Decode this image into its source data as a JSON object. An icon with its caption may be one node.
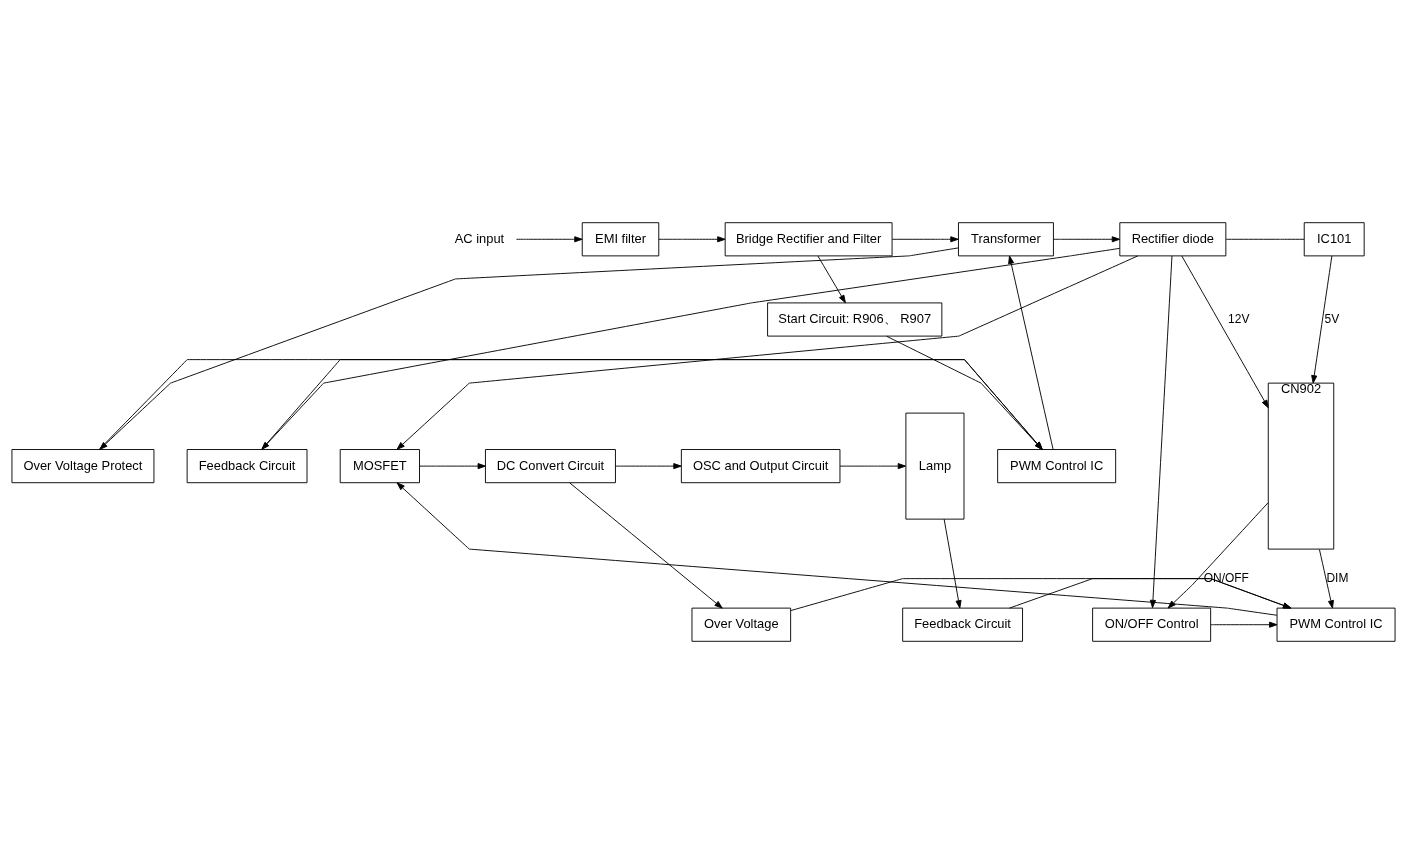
{
  "diagram": {
    "nodes": [
      {
        "text": [
          "AC input"
        ]
      },
      {
        "text": [
          "EMI filter"
        ]
      },
      {
        "text": [
          "Bridge Rectifier and Filter"
        ]
      },
      {
        "text": [
          "Transformer"
        ]
      },
      {
        "text": [
          "Rectifier diode"
        ]
      },
      {
        "text": [
          "IC101"
        ]
      },
      {
        "text": [
          "CN902"
        ]
      },
      {
        "text": [
          "Start Circuit: R906、 R907"
        ]
      },
      {
        "text": [
          "PWM Control IC"
        ]
      },
      {
        "text": [
          "Over Voltage Protect"
        ]
      },
      {
        "text": [
          "Feedback Circuit"
        ]
      },
      {
        "text": [
          "OSC and Output Circuit"
        ]
      },
      {
        "text": [
          "DC Convert Circuit"
        ]
      },
      {
        "text": [
          "MOSFET"
        ]
      },
      {
        "text": [
          "Lamp"
        ]
      },
      {
        "text": [
          "Feedback Circuit"
        ]
      },
      {
        "text": [
          "Over Voltage"
        ]
      },
      {
        "text": [
          "PWM Control IC"
        ]
      },
      {
        "text": [
          "ON/OFF Control"
        ]
      }
    ],
    "edges": [
      {
        "from": 0,
        "to": 1,
        "arrow": "to"
      },
      {
        "from": 1,
        "to": 2,
        "arrow": "to"
      },
      {
        "from": 2,
        "to": 3,
        "arrow": "to"
      },
      {
        "from": 3,
        "to": 4,
        "arrow": "to"
      },
      {
        "from": 4,
        "to": 5,
        "arrow": "none"
      },
      {
        "from": 2,
        "to": 7,
        "arrow": "to"
      },
      {
        "from": 7,
        "to": 8,
        "arrow": "to"
      },
      {
        "from": 8,
        "to": 3,
        "arrow": "to"
      },
      {
        "from": 3,
        "to": 9,
        "arrow": "to"
      },
      {
        "from": 9,
        "to": 8,
        "arrow": "to"
      },
      {
        "from": 4,
        "to": 10,
        "arrow": "to"
      },
      {
        "from": 10,
        "to": 8,
        "arrow": "to"
      },
      {
        "from": 5,
        "to": 6,
        "arrow": "to",
        "label": "5V"
      },
      {
        "from": 4,
        "to": 6,
        "arrow": "to",
        "label": "12V"
      },
      {
        "from": 4,
        "to": 13,
        "arrow": "to"
      },
      {
        "from": 4,
        "to": 18,
        "arrow": "to"
      },
      {
        "from": 6,
        "to": 18,
        "arrow": "to",
        "label": "ON/OFF"
      },
      {
        "from": 6,
        "to": 17,
        "arrow": "to",
        "label": "DIM"
      },
      {
        "from": 13,
        "to": 12,
        "arrow": "to"
      },
      {
        "from": 12,
        "to": 11,
        "arrow": "to"
      },
      {
        "from": 12,
        "to": 16,
        "arrow": "to"
      },
      {
        "from": 11,
        "to": 14,
        "arrow": "to"
      },
      {
        "from": 14,
        "to": 15,
        "arrow": "to"
      },
      {
        "from": 15,
        "to": 17,
        "arrow": "to"
      },
      {
        "from": 16,
        "to": 17,
        "arrow": "to"
      },
      {
        "from": 17,
        "to": 13,
        "arrow": "to"
      },
      {
        "from": 18,
        "to": 17,
        "arrow": "to"
      }
    ]
  }
}
